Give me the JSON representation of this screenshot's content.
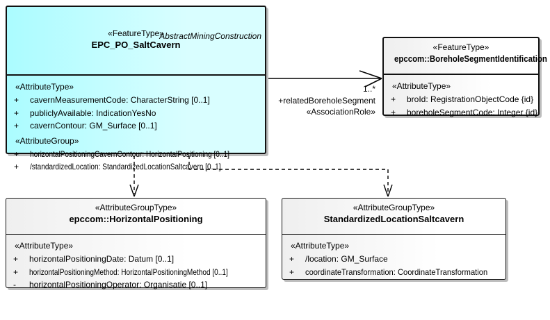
{
  "colors": {
    "saltcavern_fill_left": "#abfcff",
    "saltcavern_fill_right": "#d9feff",
    "plain_fill_left": "#efefef",
    "plain_fill_right": "#ffffff",
    "line": "#000000",
    "shadow": "#bdbdbd"
  },
  "salt_cavern": {
    "parent": "AbstractMiningConstruction",
    "stereotype": "«FeatureType»",
    "name": "EPC_PO_SaltCavern",
    "attr_header1": "«AttributeType»",
    "attrs1": [
      {
        "vis": "+",
        "text": "cavernMeasurementCode: CharacterString [0..1]"
      },
      {
        "vis": "+",
        "text": "publiclyAvailable: IndicationYesNo"
      },
      {
        "vis": "+",
        "text": "cavernContour: GM_Surface [0..1]"
      }
    ],
    "attr_header2": "«AttributeGroup»",
    "attrs2": [
      {
        "vis": "+",
        "text": "horizontalPositioningCavernContour: HorizontalPositioning [0..1]"
      },
      {
        "vis": "+",
        "text": "/standardizedLocation: StandardizedLocationSaltcavern [0..1]"
      }
    ]
  },
  "borehole": {
    "stereotype": "«FeatureType»",
    "name": "epccom::BoreholeSegmentIdentification",
    "attr_header": "«AttributeType»",
    "attrs": [
      {
        "vis": "+",
        "text": "broId: RegistrationObjectCode {id}"
      },
      {
        "vis": "+",
        "text": "boreholeSegmentCode: Integer {id}"
      }
    ]
  },
  "horizontal_positioning": {
    "stereotype": "«AttributeGroupType»",
    "name": "epccom::HorizontalPositioning",
    "attr_header": "«AttributeType»",
    "attrs": [
      {
        "vis": "+",
        "text": "horizontalPositioningDate: Datum [0..1]"
      },
      {
        "vis": "+",
        "text": "horizontalPositioningMethod: HorizontalPositioningMethod [0..1]"
      },
      {
        "vis": "-",
        "text": "horizontalPositioningOperator: Organisatie [0..1]"
      }
    ]
  },
  "standardized_location": {
    "stereotype": "«AttributeGroupType»",
    "name": "StandardizedLocationSaltcavern",
    "attr_header": "«AttributeType»",
    "attrs": [
      {
        "vis": "+",
        "text": "/location: GM_Surface"
      },
      {
        "vis": "+",
        "text": "coordinateTransformation: CoordinateTransformation"
      }
    ]
  },
  "association": {
    "multiplicity": "1..*",
    "role": "+relatedBoreholeSegment",
    "stereotype": "«AssociationRole»"
  }
}
